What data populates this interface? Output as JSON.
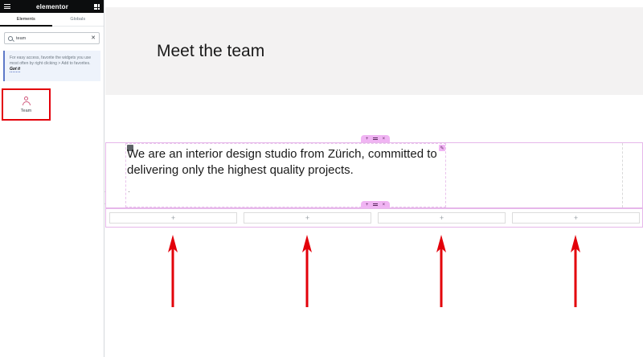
{
  "panel": {
    "brand": "elementor",
    "tabs": [
      "Elements",
      "Globals"
    ],
    "search": {
      "value": "team"
    },
    "notice": {
      "text": "For easy access, favorite the widgets you use most often by right clicking > Add to favorites.",
      "link": "Got it"
    },
    "widget": {
      "label": "Team",
      "icon": "user-icon"
    }
  },
  "canvas": {
    "hero_title": "Meet the team",
    "body_text": "We are an interior design studio from Zürich, committed to delivering only the highest quality projects.",
    "add_slots": [
      "+",
      "+",
      "+",
      "+"
    ]
  },
  "colors": {
    "highlight_box": "#e3000a",
    "arrows": "#e3000a",
    "section_outline": "#e6b7ea",
    "handle": "#f0b4f3"
  }
}
